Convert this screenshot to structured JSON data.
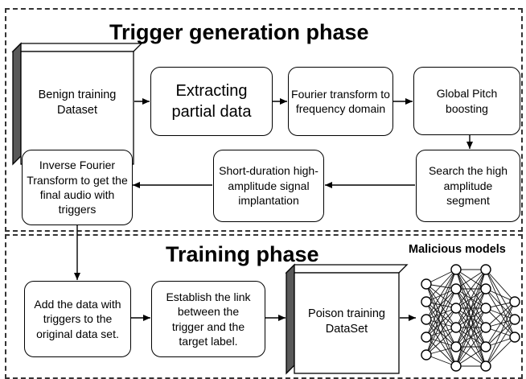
{
  "phases": {
    "trigger_generation": "Trigger generation phase",
    "training": "Training phase"
  },
  "nodes": {
    "benign_dataset": "Benign training Dataset",
    "extracting": "Extracting partial data",
    "fourier": "Fourier transform to frequency domain",
    "pitch": "Global Pitch boosting",
    "search": "Search the high amplitude segment",
    "implant": "Short-duration high-amplitude signal implantation",
    "inverse": "Inverse Fourier Transform to get the final audio with triggers",
    "add_data": "Add the data with triggers to the original data set.",
    "establish": "Establish the link between the trigger and the target label.",
    "poison": "Poison training DataSet"
  },
  "malicious_label": "Malicious models",
  "colors": {
    "cube_side": "#595959",
    "frame": "#333333"
  }
}
